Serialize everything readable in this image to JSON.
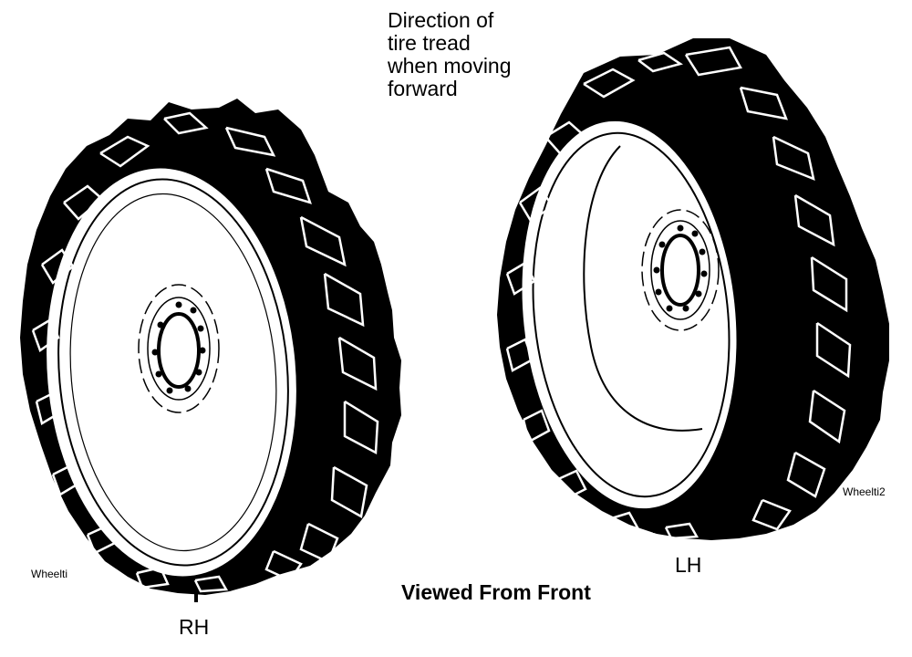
{
  "labels": {
    "direction_lines": [
      "Direction of",
      "tire tread",
      "when moving",
      "forward"
    ],
    "right_hand": "RH",
    "left_hand": "LH",
    "view": "Viewed From Front",
    "image_code_left": "Wheelti",
    "image_code_right": "Wheelti2"
  },
  "colors": {
    "ink": "#000000",
    "paper": "#ffffff"
  }
}
